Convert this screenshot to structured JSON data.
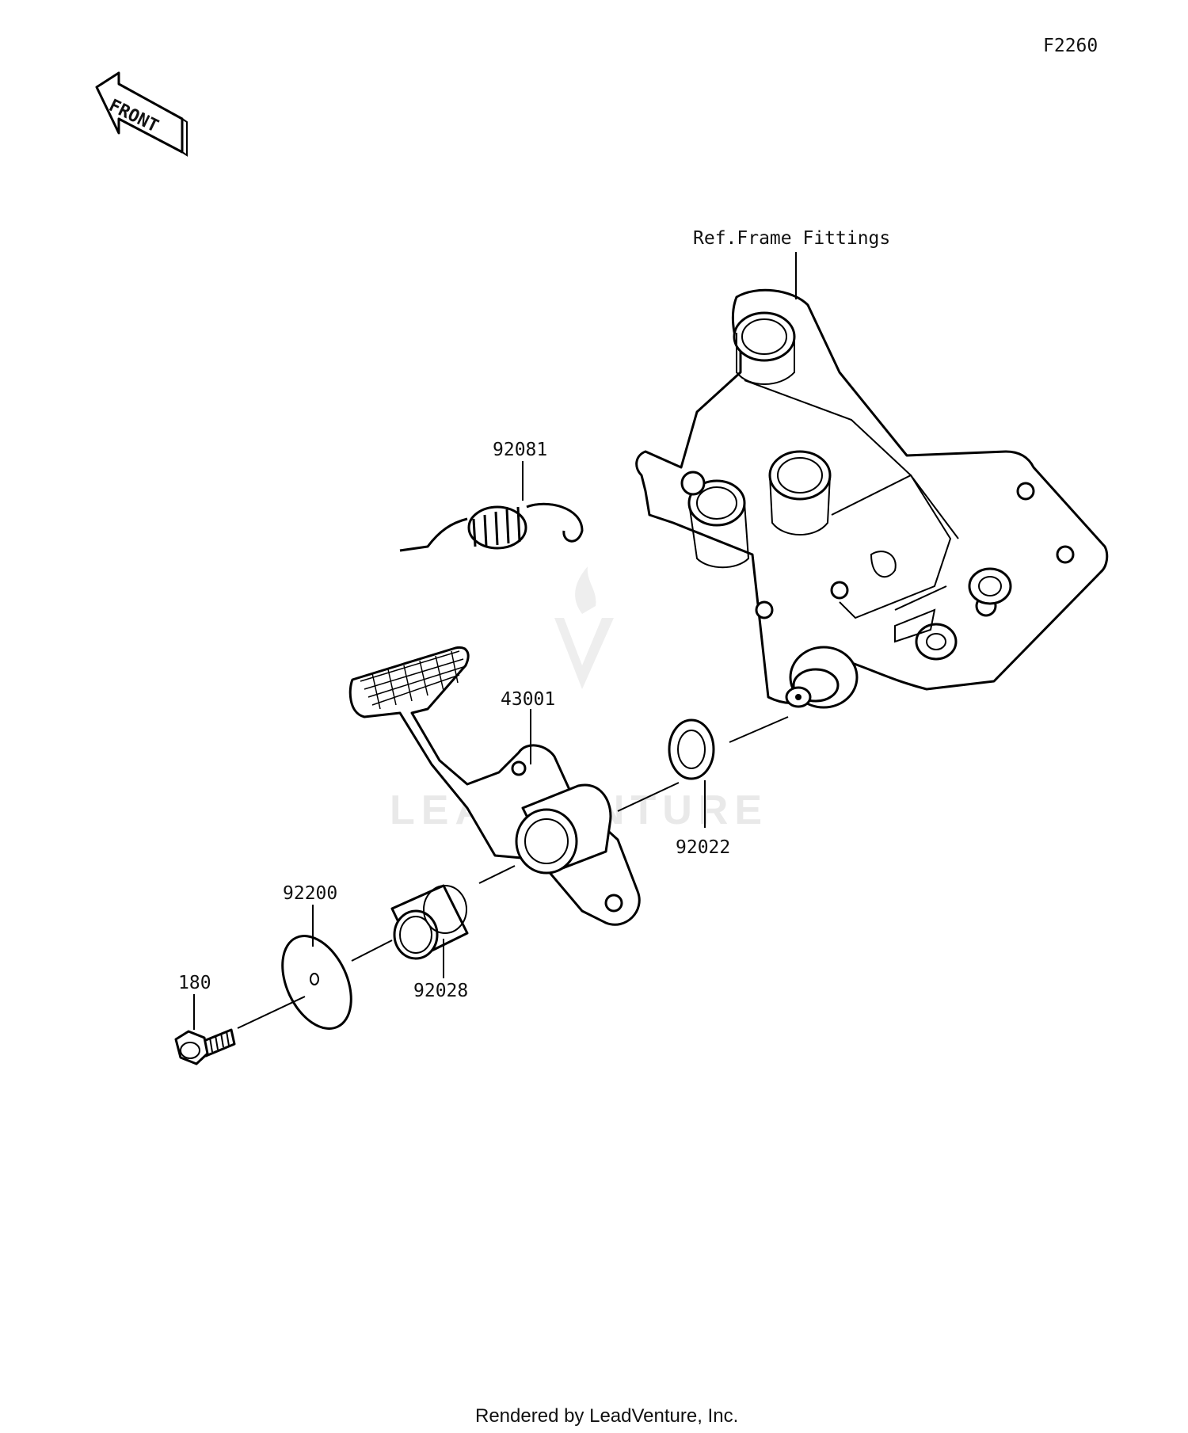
{
  "diagram_code": "F2260",
  "front_arrow_label": "FRONT",
  "ref_label": "Ref.Frame Fittings",
  "parts": [
    {
      "number": "92081"
    },
    {
      "number": "43001"
    },
    {
      "number": "92022"
    },
    {
      "number": "92200"
    },
    {
      "number": "92028"
    },
    {
      "number": "180"
    }
  ],
  "watermark": "LEADVENTURE",
  "footer": "Rendered by LeadVenture, Inc."
}
